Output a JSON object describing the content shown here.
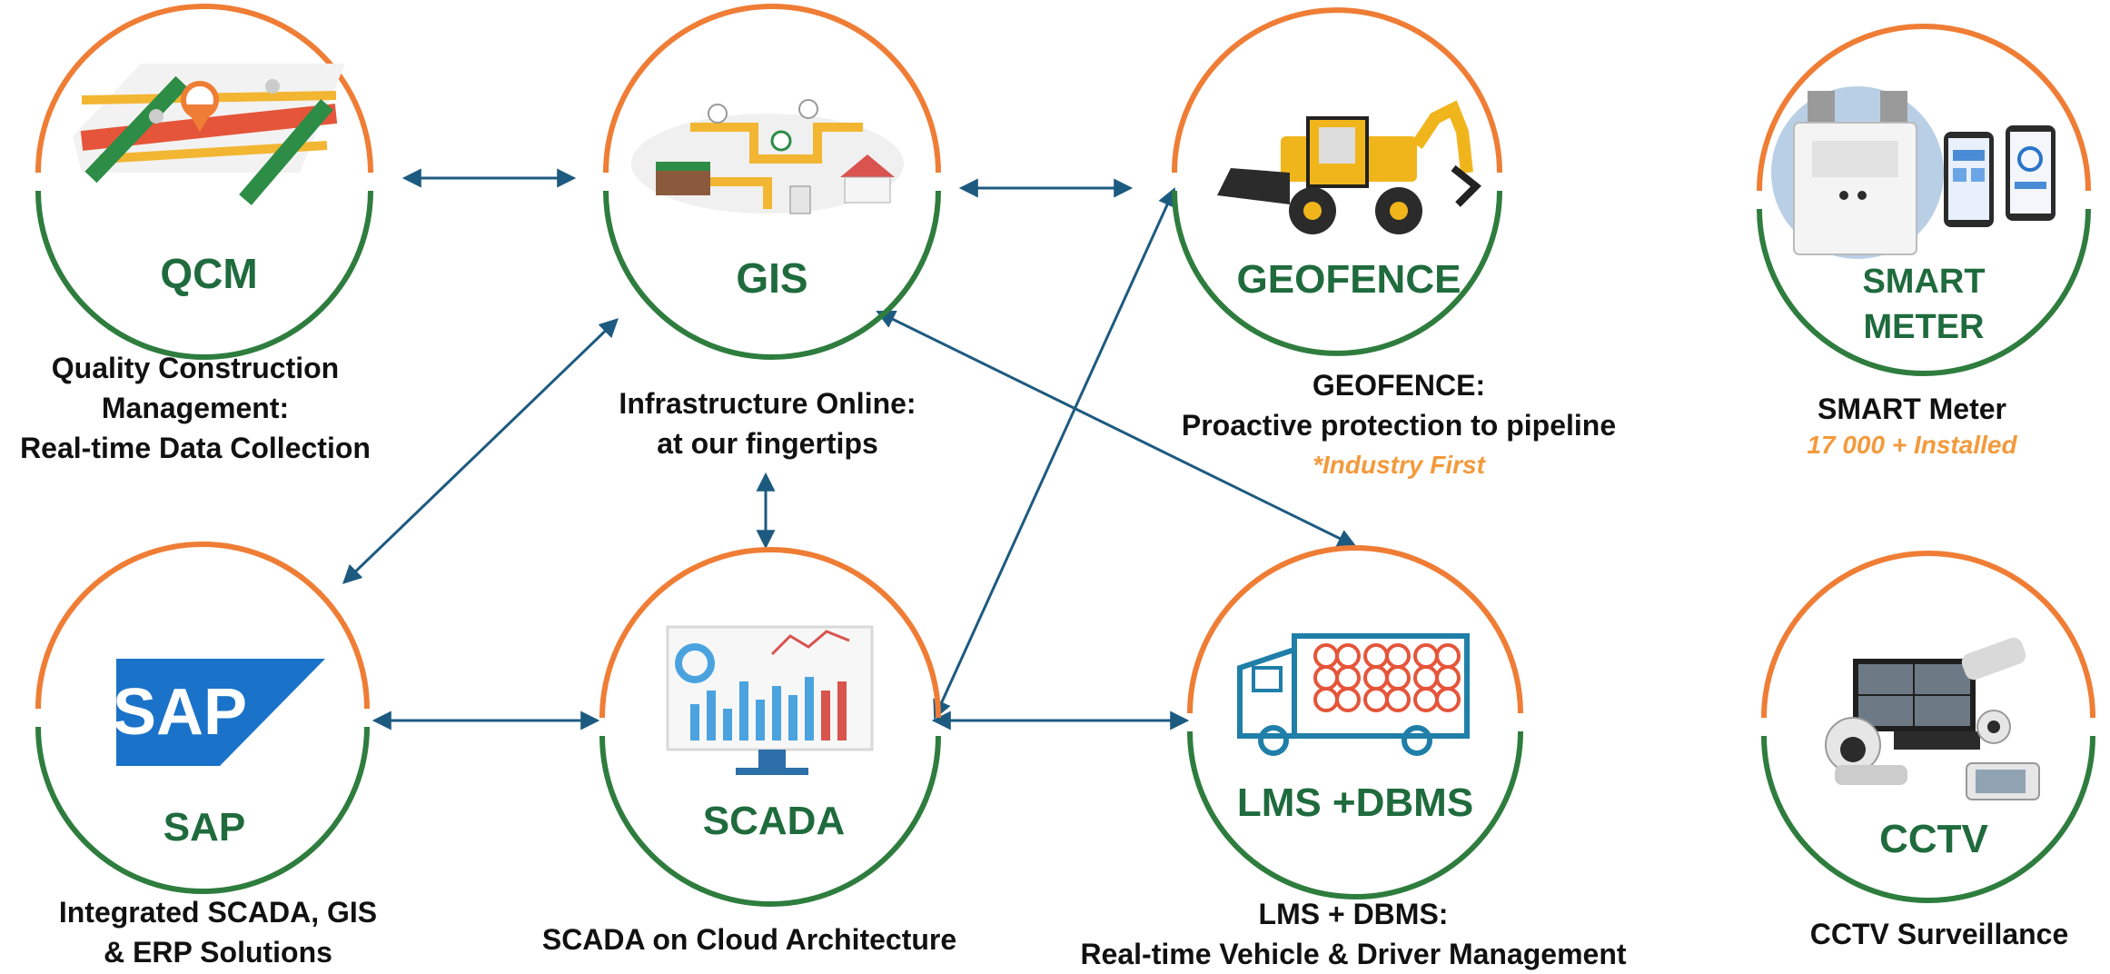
{
  "colors": {
    "ring_top": "#ef7d35",
    "ring_bottom": "#2e7d3e",
    "title": "#1f6b3d",
    "arrow": "#1d5a80",
    "note": "#f39a3c"
  },
  "nodes": {
    "qcm": {
      "title": "QCM",
      "icon": "pipeline-map-icon",
      "desc": [
        "Quality Construction",
        "Management:",
        "Real-time Data Collection"
      ]
    },
    "gis": {
      "title": "GIS",
      "icon": "gis-map-icon",
      "desc": [
        "Infrastructure Online:",
        "at our fingertips"
      ]
    },
    "geofence": {
      "title": "GEOFENCE",
      "icon": "excavator-icon",
      "desc": [
        "GEOFENCE:",
        "Proactive protection to pipeline"
      ],
      "note": "*Industry First"
    },
    "smart_meter": {
      "title_lines": [
        "SMART",
        "METER"
      ],
      "icon": "smart-meter-icon",
      "desc": [
        "SMART Meter"
      ],
      "note": "17 000 + Installed"
    },
    "sap": {
      "title": "SAP",
      "logo_text": "SAP",
      "icon": "sap-logo",
      "desc": [
        "Integrated SCADA, GIS",
        "& ERP Solutions"
      ]
    },
    "scada": {
      "title": "SCADA",
      "icon": "dashboard-monitor-icon",
      "desc": [
        "SCADA on Cloud Architecture"
      ]
    },
    "lms": {
      "title": "LMS +DBMS",
      "icon": "cylinder-truck-icon",
      "desc": [
        "LMS + DBMS:",
        "Real-time Vehicle & Driver Management"
      ]
    },
    "cctv": {
      "title": "CCTV",
      "icon": "cctv-camera-icon",
      "desc": [
        "CCTV Surveillance"
      ]
    }
  },
  "connections": [
    [
      "qcm",
      "gis"
    ],
    [
      "gis",
      "geofence"
    ],
    [
      "gis",
      "sap"
    ],
    [
      "gis",
      "scada"
    ],
    [
      "gis",
      "lms"
    ],
    [
      "geofence",
      "scada"
    ],
    [
      "sap",
      "scada"
    ],
    [
      "scada",
      "lms"
    ]
  ]
}
